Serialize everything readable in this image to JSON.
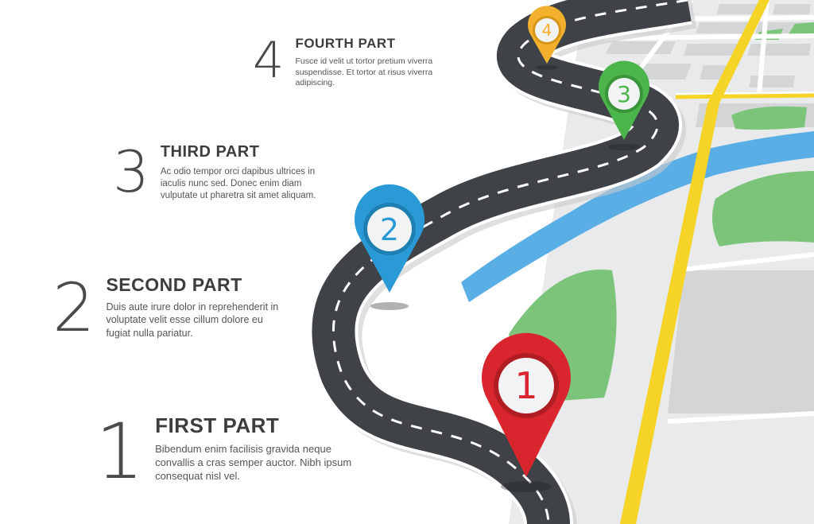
{
  "steps": [
    {
      "number": "1",
      "title": "FIRST PART",
      "description": "Bibendum enim facilisis gravida neque convallis a cras semper auctor. Nibh ipsum consequat nisl vel.",
      "color": "#d9262e"
    },
    {
      "number": "2",
      "title": "SECOND PART",
      "description": "Duis aute irure dolor in reprehenderit in voluptate velit esse cillum dolore eu fugiat nulla pariatur.",
      "color": "#2a9ad6"
    },
    {
      "number": "3",
      "title": "THIRD PART",
      "description": "Ac odio tempor orci dapibus ultrices in iaculis nunc sed. Donec enim diam vulputate ut pharetra sit amet aliquam.",
      "color": "#4bb44a"
    },
    {
      "number": "4",
      "title": "FOURTH PART",
      "description": "Fusce id velit ut tortor pretium viverra suspendisse. Et tortor at risus viverra adipiscing.",
      "color": "#f2b02c"
    }
  ],
  "pins": [
    {
      "label": "1",
      "color": "#d9262e"
    },
    {
      "label": "2",
      "color": "#2a9ad6"
    },
    {
      "label": "3",
      "color": "#4bb44a"
    },
    {
      "label": "4",
      "color": "#f2b02c"
    }
  ],
  "map_colors": {
    "road": "#3f4246",
    "river": "#5aaee6",
    "park": "#7cc47a",
    "main_street": "#f5d327",
    "ground": "#e9eaeb",
    "block": "#cfd1d3"
  }
}
